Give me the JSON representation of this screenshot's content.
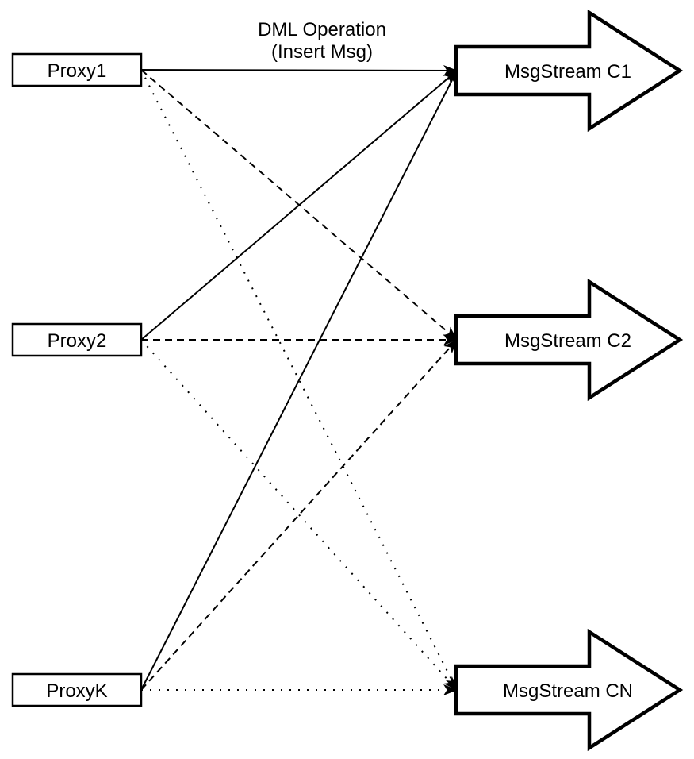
{
  "title": {
    "line1": "DML Operation",
    "line2": "(Insert Msg)"
  },
  "proxies": [
    {
      "id": "proxy1",
      "label": "Proxy1"
    },
    {
      "id": "proxy2",
      "label": "Proxy2"
    },
    {
      "id": "proxyk",
      "label": "ProxyK"
    }
  ],
  "streams": [
    {
      "id": "c1",
      "label": "MsgStream C1",
      "incoming_line_style": "solid"
    },
    {
      "id": "c2",
      "label": "MsgStream C2",
      "incoming_line_style": "dashed"
    },
    {
      "id": "cn",
      "label": "MsgStream CN",
      "incoming_line_style": "dotted"
    }
  ],
  "connections": [
    {
      "from": "proxy1",
      "to": "c1",
      "style": "solid"
    },
    {
      "from": "proxy2",
      "to": "c1",
      "style": "solid"
    },
    {
      "from": "proxyk",
      "to": "c1",
      "style": "solid"
    },
    {
      "from": "proxy1",
      "to": "c2",
      "style": "dashed"
    },
    {
      "from": "proxy2",
      "to": "c2",
      "style": "dashed"
    },
    {
      "from": "proxyk",
      "to": "c2",
      "style": "dashed"
    },
    {
      "from": "proxy1",
      "to": "cn",
      "style": "dotted"
    },
    {
      "from": "proxy2",
      "to": "cn",
      "style": "dotted"
    },
    {
      "from": "proxyk",
      "to": "cn",
      "style": "dotted"
    }
  ],
  "colors": {
    "stroke": "#000000",
    "fill": "#ffffff",
    "background": "#ffffff"
  }
}
